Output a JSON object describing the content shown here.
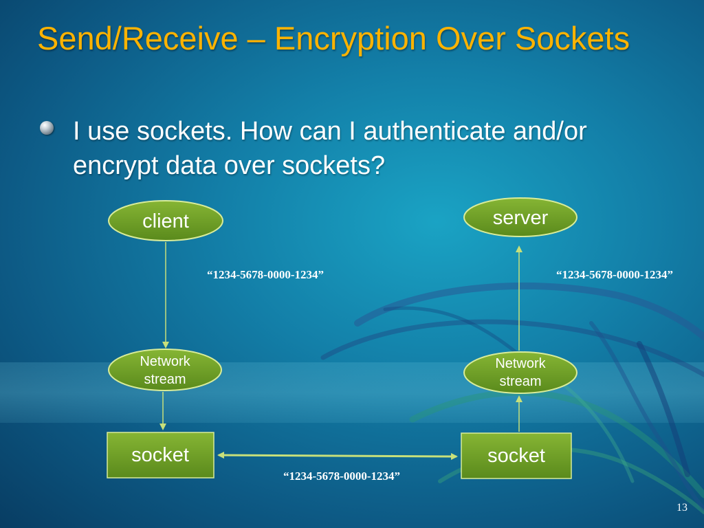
{
  "slide": {
    "title": "Send/Receive – Encryption Over Sockets",
    "bullet": "I use sockets. How can I authenticate and/or encrypt data over sockets?",
    "page_number": "13"
  },
  "diagram": {
    "client": "client",
    "server": "server",
    "client_network_stream": [
      "Network",
      "stream"
    ],
    "server_network_stream": [
      "Network",
      "stream"
    ],
    "client_socket": "socket",
    "server_socket": "socket",
    "client_data_label": "“1234-5678-0000-1234”",
    "server_data_label": "“1234-5678-0000-1234”",
    "wire_data_label": "“1234-5678-0000-1234”"
  },
  "colors": {
    "title": "#ffb300",
    "node_fill": "#6a9a24",
    "node_border": "#d9ec9a",
    "arrow": "#c8e07a"
  }
}
